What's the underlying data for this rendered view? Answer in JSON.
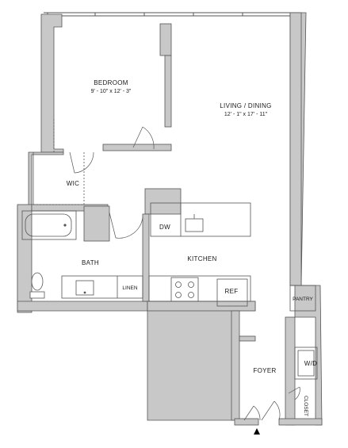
{
  "rooms": {
    "bedroom": {
      "name": "BEDROOM",
      "dims": "9' - 10\" x 12' - 3\""
    },
    "living": {
      "name": "LIVING / DINING",
      "dims": "12' - 1\" x 17' - 11\""
    },
    "wic": "WIC",
    "bath": "BATH",
    "kitchen": "KITCHEN",
    "foyer": "FOYER"
  },
  "fixtures": {
    "dw": "DW",
    "linen": "LINEN",
    "ref": "REF",
    "pantry": "PANTRY",
    "wd": "W/D",
    "closet": "CLOSET"
  },
  "entry_marker": "entry-arrow-icon",
  "colors": {
    "wall": "#c8c8c8",
    "outline": "#555555"
  }
}
